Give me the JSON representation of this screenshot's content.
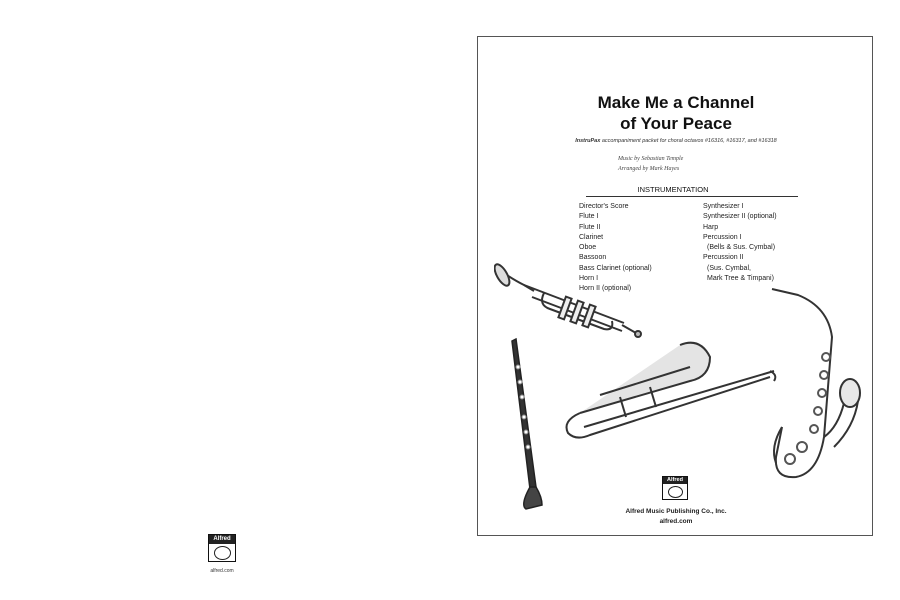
{
  "title_line1": "Make Me a Channel",
  "title_line2": "of Your Peace",
  "subtitle": {
    "emphasis": "InstruPax",
    "text": " accompaniment packet for choral octavos #16316, #16317, and #16318"
  },
  "credits": {
    "music": "Music by Sebastian Temple",
    "arranged": "Arranged by Mark Hayes"
  },
  "instrumentation": {
    "heading": "INSTRUMENTATION",
    "left": [
      "Director's Score",
      "Flute I",
      "Flute II",
      "Clarinet",
      "Oboe",
      "Bassoon",
      "Bass Clarinet (optional)",
      "Horn I",
      "Horn II (optional)"
    ],
    "right": [
      "Synthesizer I",
      "Synthesizer II (optional)",
      "Harp",
      "Percussion I",
      "(Bells & Sus. Cymbal)",
      "Percussion II",
      "(Sus. Cymbal,",
      "Mark Tree & Timpani)"
    ]
  },
  "publisher": {
    "logo_text": "Alfred",
    "name": "Alfred Music Publishing Co., Inc.",
    "url": "alfred.com"
  },
  "back_cover": {
    "logo_text": "Alfred",
    "url": "alfred.com"
  },
  "illustrations": [
    "trumpet",
    "clarinet",
    "trombone",
    "saxophone"
  ]
}
